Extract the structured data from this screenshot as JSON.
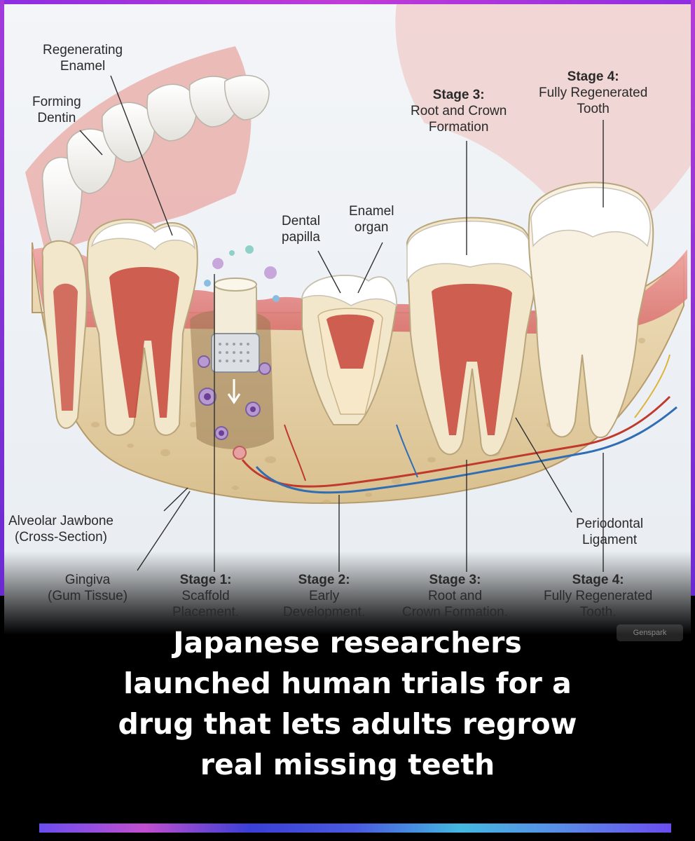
{
  "labels": {
    "regenerating_enamel": [
      "Regenerating",
      "Enamel"
    ],
    "forming_dentin": [
      "Forming",
      "Dentin"
    ],
    "stage3_top": {
      "title": "Stage 3:",
      "lines": [
        "Root and Crown",
        "Formation"
      ]
    },
    "stage4_top": {
      "title": "Stage 4:",
      "lines": [
        "Fully Regenerated",
        "Tooth"
      ]
    },
    "dental_papilla": [
      "Dental",
      "papilla"
    ],
    "enamel_organ": [
      "Enamel",
      "organ"
    ],
    "alveolar_jawbone": [
      "Alveolar Jawbone",
      "(Cross-Section)"
    ],
    "periodontal_ligament": [
      "Periodontal",
      "Ligament"
    ],
    "gingiva": [
      "Gingiva",
      "(Gum Tissue)"
    ],
    "stage1_bottom": {
      "title": "Stage 1:",
      "lines": [
        "Scaffold",
        "Placement."
      ]
    },
    "stage2_bottom": {
      "title": "Stage 2:",
      "lines": [
        "Early",
        "Development."
      ]
    },
    "stage3_bottom": {
      "title": "Stage 3:",
      "lines": [
        "Root and",
        "Crown Formation."
      ]
    },
    "stage4_bottom": {
      "title": "Stage 4:",
      "lines": [
        "Fully Regenerated",
        "Tooth."
      ]
    }
  },
  "watermark": "Genspark",
  "headline": [
    "Japanese researchers",
    "launched human trials for a",
    "drug that lets adults regrow",
    "real missing teeth"
  ],
  "colors": {
    "background": "#000000",
    "frame_purple": "#a23bd9",
    "headline_text": "#ffffff",
    "illustration_bg": "#eef2f6",
    "gum": "#e58a8a",
    "enamel": "#f7f5f0",
    "bone": "#ecd9b2",
    "pulp": "#c7453b",
    "bar": [
      "#6a4df0",
      "#c24fd0",
      "#3a3fd8",
      "#4a5ae0",
      "#44b8e0",
      "#5a8ae8"
    ]
  }
}
